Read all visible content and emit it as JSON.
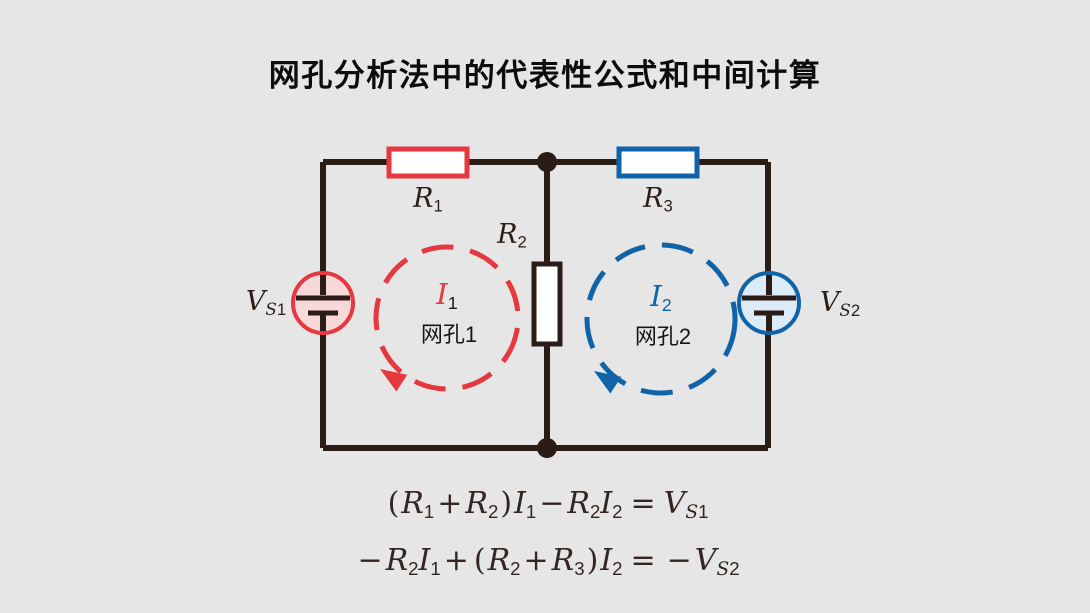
{
  "title": "网孔分析法中的代表性公式和中间计算",
  "colors": {
    "background": "#e6e6e6",
    "wire": "#2b1d16",
    "red": "#e6383f",
    "blue": "#0f63a9",
    "source1_fill": "#f8d8d9",
    "source2_fill": "#dcebf8",
    "resistor_fill": "#ffffff",
    "equation_text": "#33251f"
  },
  "circuit": {
    "resistors": [
      {
        "name": "R1",
        "base": "R",
        "sub": "1"
      },
      {
        "name": "R2",
        "base": "R",
        "sub": "2"
      },
      {
        "name": "R3",
        "base": "R",
        "sub": "3"
      }
    ],
    "sources": [
      {
        "name": "VS1",
        "base": "V",
        "sub_letter": "S",
        "sub_digit": "1"
      },
      {
        "name": "VS2",
        "base": "V",
        "sub_letter": "S",
        "sub_digit": "2"
      }
    ],
    "meshes": [
      {
        "name": "mesh1",
        "current_base": "I",
        "current_sub": "1",
        "label": "网孔1",
        "direction": "clockwise"
      },
      {
        "name": "mesh2",
        "current_base": "I",
        "current_sub": "2",
        "label": "网孔2",
        "direction": "clockwise"
      }
    ]
  },
  "equations": [
    {
      "tokens": [
        {
          "x": "(",
          "k": "p"
        },
        {
          "x": "R",
          "k": "v"
        },
        {
          "x": "1",
          "k": "s"
        },
        {
          "x": "+",
          "k": "o"
        },
        {
          "x": "R",
          "k": "v"
        },
        {
          "x": "2",
          "k": "s"
        },
        {
          "x": ")",
          "k": "p"
        },
        {
          "x": "I",
          "k": "v"
        },
        {
          "x": "1",
          "k": "s"
        },
        {
          "x": "−",
          "k": "o"
        },
        {
          "x": "R",
          "k": "v"
        },
        {
          "x": "2",
          "k": "s"
        },
        {
          "x": "I",
          "k": "v"
        },
        {
          "x": "2",
          "k": "s"
        },
        {
          "x": "=",
          "k": "e"
        },
        {
          "x": "V",
          "k": "v"
        },
        {
          "x": "S",
          "k": "t"
        },
        {
          "x": "1",
          "k": "s"
        }
      ]
    },
    {
      "tokens": [
        {
          "x": "−",
          "k": "o"
        },
        {
          "x": "R",
          "k": "v"
        },
        {
          "x": "2",
          "k": "s"
        },
        {
          "x": "I",
          "k": "v"
        },
        {
          "x": "1",
          "k": "s"
        },
        {
          "x": "+",
          "k": "o"
        },
        {
          "x": "(",
          "k": "p"
        },
        {
          "x": "R",
          "k": "v"
        },
        {
          "x": "2",
          "k": "s"
        },
        {
          "x": "+",
          "k": "o"
        },
        {
          "x": "R",
          "k": "v"
        },
        {
          "x": "3",
          "k": "s"
        },
        {
          "x": ")",
          "k": "p"
        },
        {
          "x": "I",
          "k": "v"
        },
        {
          "x": "2",
          "k": "s"
        },
        {
          "x": "=",
          "k": "e"
        },
        {
          "x": "−",
          "k": "o"
        },
        {
          "x": "V",
          "k": "v"
        },
        {
          "x": "S",
          "k": "t"
        },
        {
          "x": "2",
          "k": "s"
        }
      ]
    }
  ]
}
